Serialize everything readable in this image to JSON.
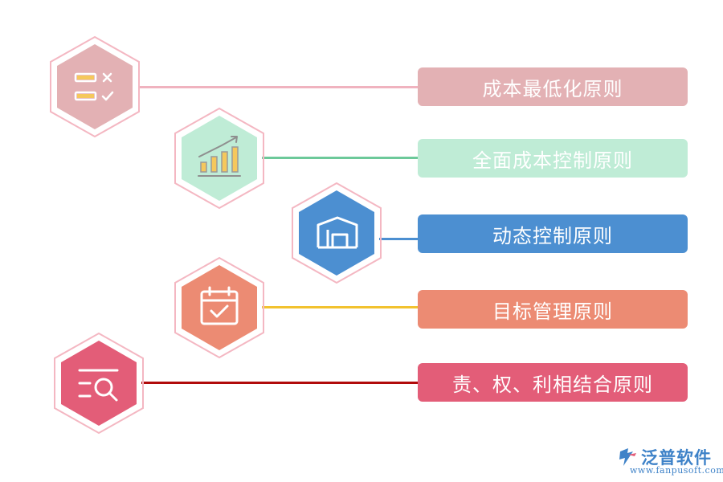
{
  "principles": [
    {
      "label": "成本最低化原则",
      "icon": "checklist-icon",
      "hex_color": "#e3b1b4",
      "box_color": "#e3b1b4",
      "line_color": "#f0b3bf"
    },
    {
      "label": "全面成本控制原则",
      "icon": "bar-chart-growth-icon",
      "hex_color": "#bfecd6",
      "box_color": "#bfecd6",
      "line_color": "#6cc99a"
    },
    {
      "label": "动态控制原则",
      "icon": "warehouse-icon",
      "hex_color": "#4c8fd1",
      "box_color": "#4c8fd1",
      "line_color": "#4c8fd1"
    },
    {
      "label": "目标管理原则",
      "icon": "calendar-check-icon",
      "hex_color": "#ec8b73",
      "box_color": "#ec8b73",
      "line_color": "#f2c22f"
    },
    {
      "label": "责、权、利相结合原则",
      "icon": "search-list-icon",
      "hex_color": "#e35d78",
      "box_color": "#e35d78",
      "line_color": "#b10b0b"
    }
  ],
  "logo": {
    "name": "泛普软件",
    "url": "www.fanpusoft.com",
    "color": "#3e82c8"
  }
}
